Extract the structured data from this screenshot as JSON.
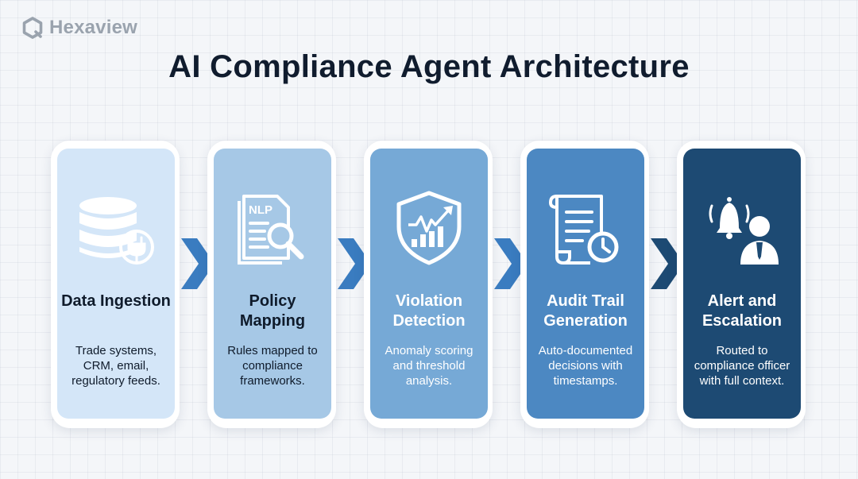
{
  "brand": {
    "name": "Hexaview",
    "logo_icon": "hexagon-logo-icon"
  },
  "title": "AI Compliance Agent Architecture",
  "colors": {
    "title": "#101c2e",
    "arrow": "#3a7cc0"
  },
  "steps": [
    {
      "title": "Data Ingestion",
      "description": "Trade systems, CRM, email, regulatory feeds.",
      "icon": "database-plug-icon",
      "background": "#d4e6f8",
      "text_color": "#0f1b2b",
      "icon_color": "#ffffff"
    },
    {
      "title": "Policy Mapping",
      "description": "Rules mapped to compliance frameworks.",
      "icon": "document-magnifier-icon",
      "background": "#a6c8e6",
      "text_color": "#0f1b2b",
      "icon_color": "#ffffff"
    },
    {
      "title": "Violation Detection",
      "description": "Anomaly scoring and threshold analysis.",
      "icon": "shield-chart-icon",
      "background": "#76a9d6",
      "text_color": "#ffffff",
      "icon_color": "#ffffff"
    },
    {
      "title": "Audit Trail Generation",
      "description": "Auto-documented decisions with timestamps.",
      "icon": "scroll-clock-icon",
      "background": "#4c88c2",
      "text_color": "#ffffff",
      "icon_color": "#ffffff"
    },
    {
      "title": "Alert and Escalation",
      "description": "Routed to compliance officer with full context.",
      "icon": "bell-officer-icon",
      "background": "#1d4a73",
      "text_color": "#ffffff",
      "icon_color": "#ffffff"
    }
  ]
}
